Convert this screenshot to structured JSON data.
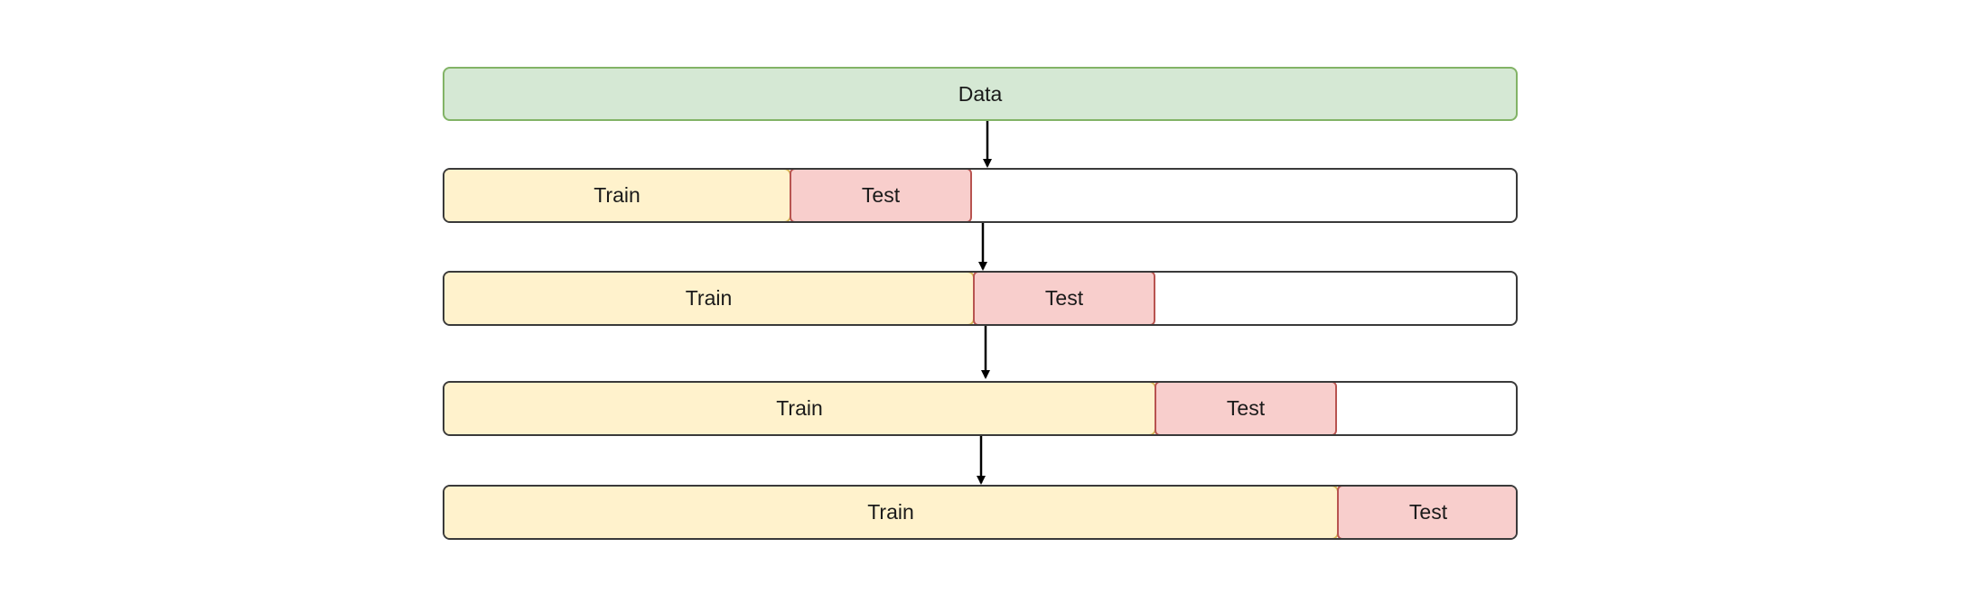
{
  "data_label": "Data",
  "folds": [
    {
      "train_label": "Train",
      "test_label": "Test",
      "train_fraction": 0.323,
      "test_fraction": 0.17
    },
    {
      "train_label": "Train",
      "test_label": "Test",
      "train_fraction": 0.493,
      "test_fraction": 0.17
    },
    {
      "train_label": "Train",
      "test_label": "Test",
      "train_fraction": 0.662,
      "test_fraction": 0.17
    },
    {
      "train_label": "Train",
      "test_label": "Test",
      "train_fraction": 0.832,
      "test_fraction": 0.17
    }
  ],
  "colors": {
    "data_fill": "#d5e8d4",
    "data_border": "#82b366",
    "train_fill": "#fff2cc",
    "train_border": "#d6b656",
    "test_fill": "#f8cecc",
    "test_border": "#b85450",
    "row_border": "#3a3a3a",
    "arrow": "#000000"
  }
}
